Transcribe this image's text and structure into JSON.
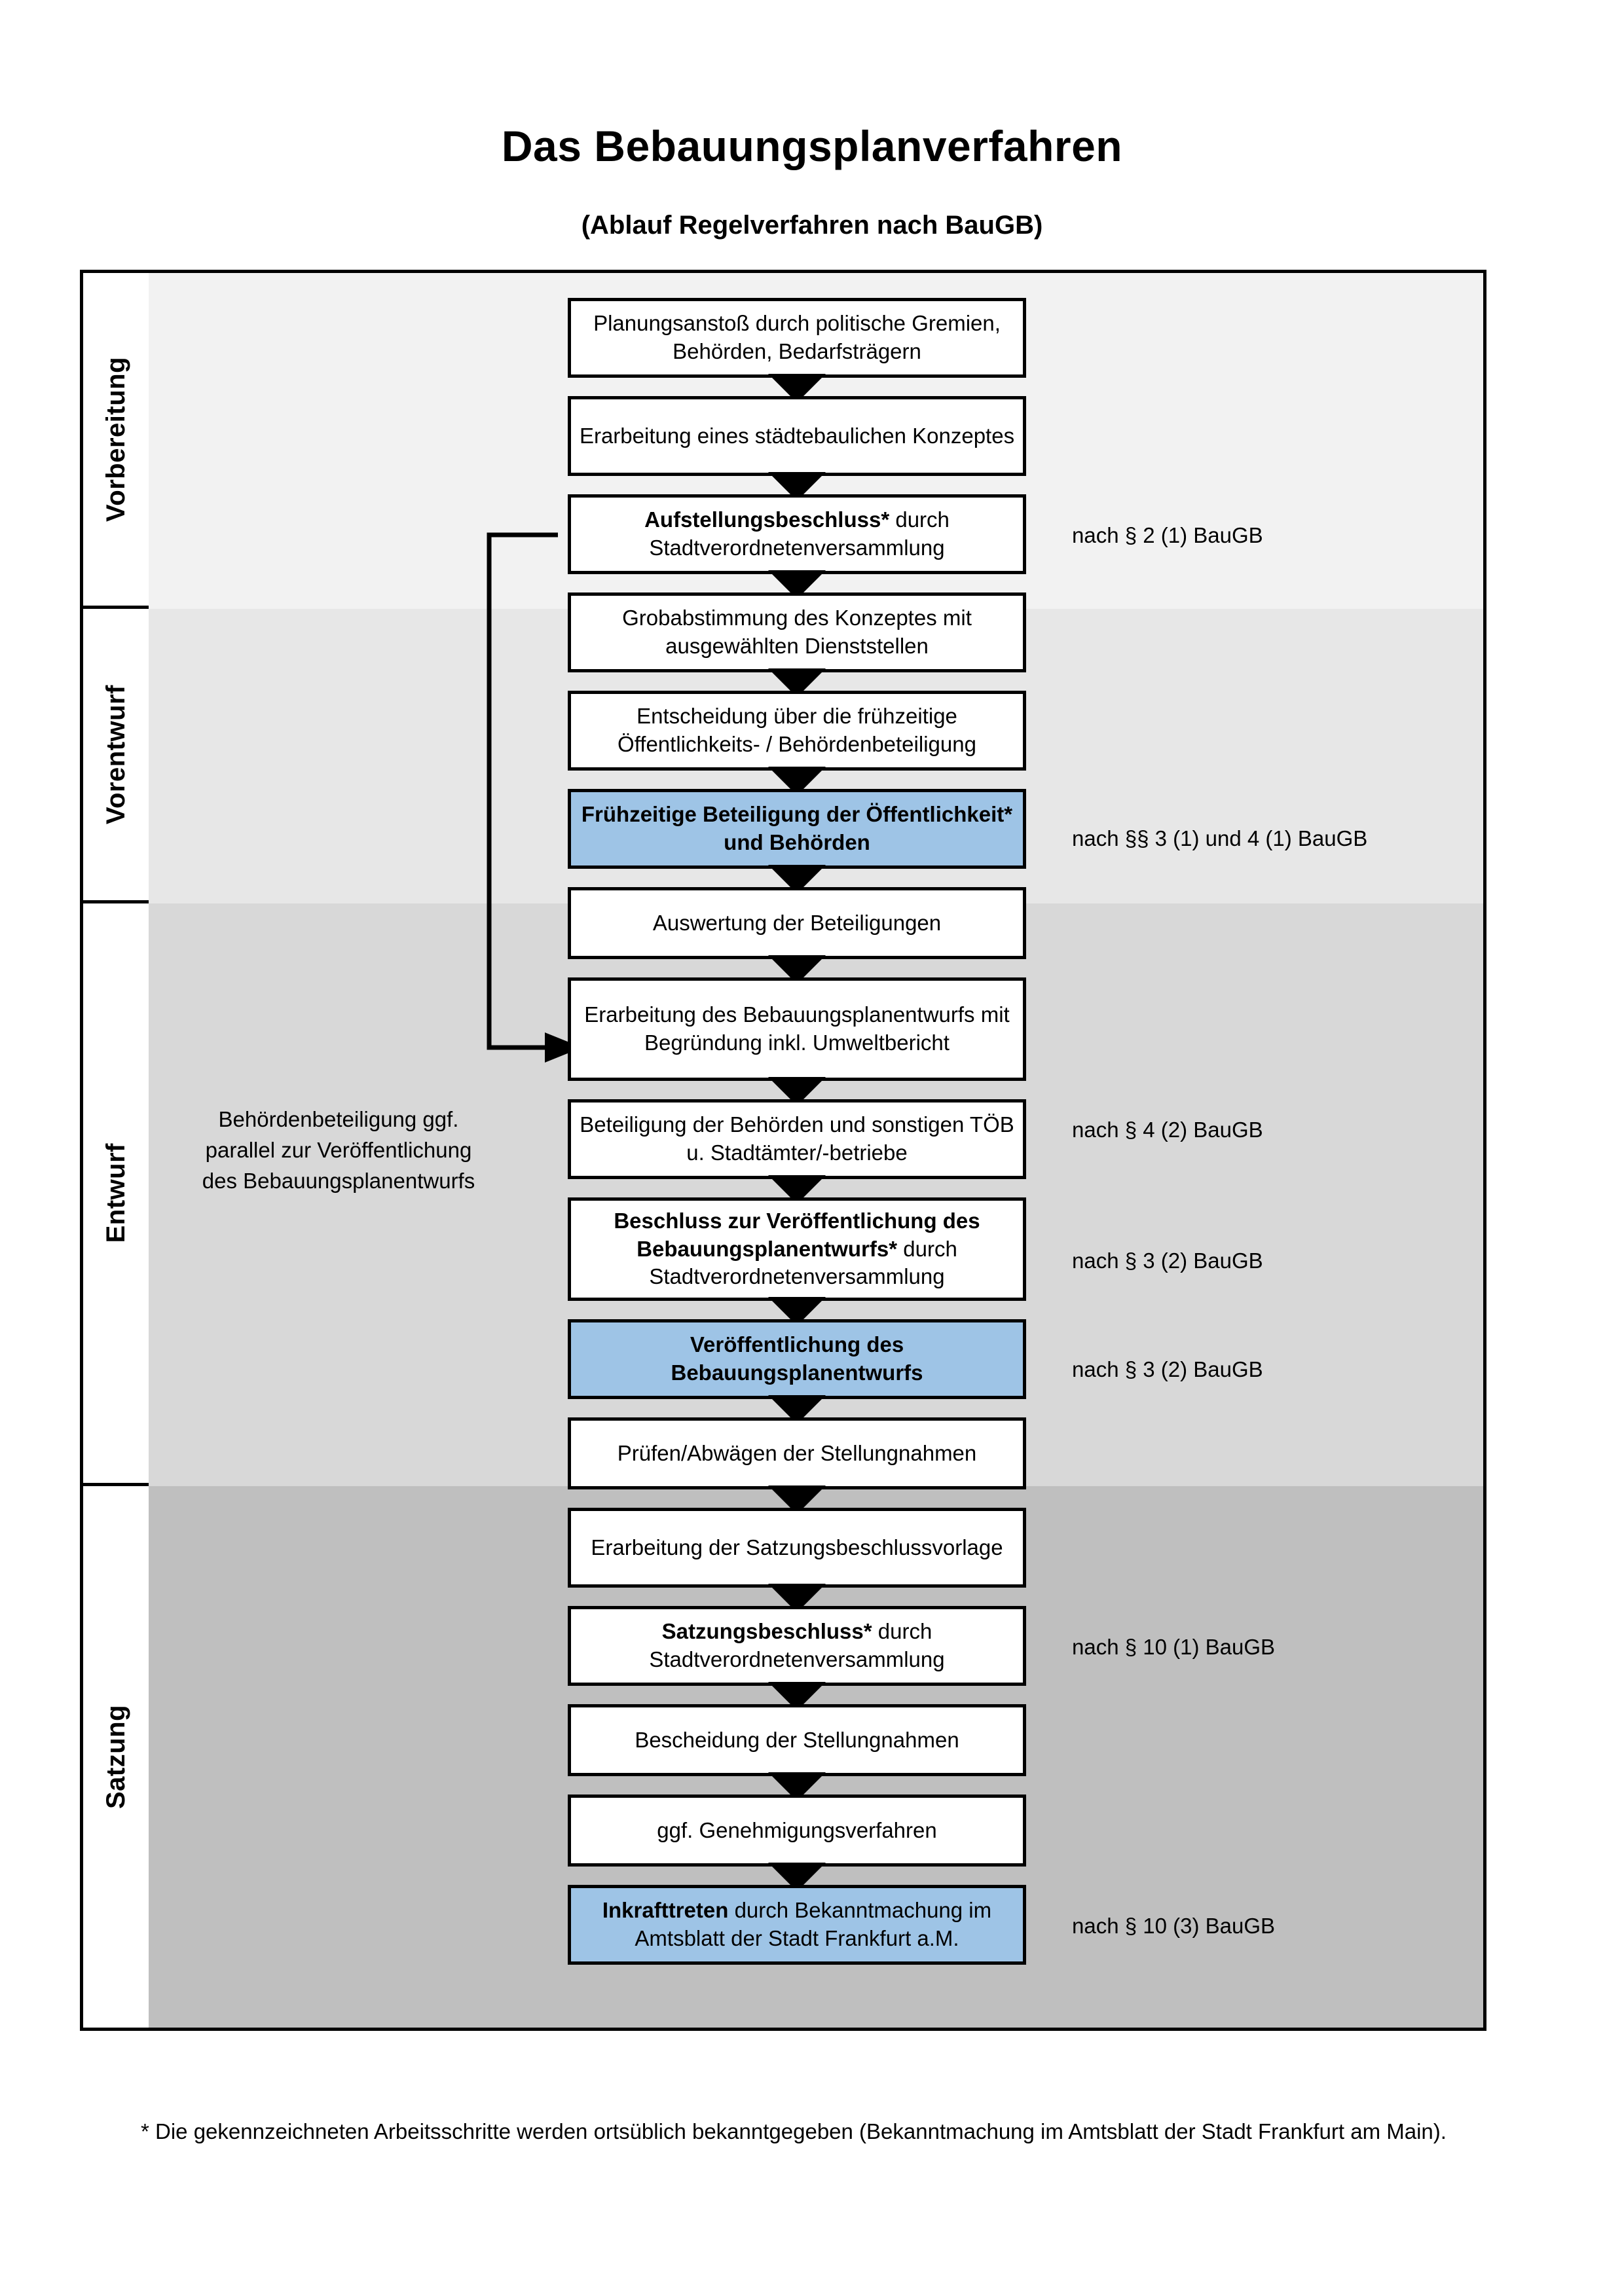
{
  "header": {
    "title": "Das Bebauungsplanverfahren",
    "subtitle": "(Ablauf Regelverfahren nach BauGB)"
  },
  "phases": [
    {
      "label": "Vorbereitung",
      "band_color": "#F2F2F2"
    },
    {
      "label": "Vorentwurf",
      "band_color": "#E7E7E7"
    },
    {
      "label": "Entwurf",
      "band_color": "#D8D8D8"
    },
    {
      "label": "Satzung",
      "band_color": "#BFBFBF"
    }
  ],
  "steps": [
    {
      "id": "planungsanstoss",
      "phase": "Vorbereitung",
      "text": "Planungsanstoß durch politische Gremien, Behörden, Bedarfsträgern",
      "bold_prefix": "",
      "highlight": false
    },
    {
      "id": "konzept",
      "phase": "Vorbereitung",
      "text": "Erarbeitung eines städtebaulichen Konzeptes",
      "bold_prefix": "",
      "highlight": false
    },
    {
      "id": "aufstellungsbeschluss",
      "phase": "Vorbereitung",
      "bold_prefix": "Aufstellungsbeschluss*",
      "text": " durch Stadtverordnetenversammlung",
      "highlight": false
    },
    {
      "id": "grobabstimmung",
      "phase": "Vorentwurf",
      "text": "Grobabstimmung des Konzeptes mit ausgewählten Dienststellen",
      "bold_prefix": "",
      "highlight": false
    },
    {
      "id": "entscheidung",
      "phase": "Vorentwurf",
      "text": "Entscheidung über die frühzeitige Öffentlichkeits- / Behördenbeteiligung",
      "bold_prefix": "",
      "highlight": false
    },
    {
      "id": "fruehzeitige-beteiligung",
      "phase": "Vorentwurf",
      "bold_prefix": "Frühzeitige Beteiligung der Öffentlichkeit* und Behörden",
      "text": "",
      "highlight": true
    },
    {
      "id": "auswertung",
      "phase": "Entwurf",
      "text": "Auswertung der Beteiligungen",
      "bold_prefix": "",
      "highlight": false
    },
    {
      "id": "erarbeitung-entwurf",
      "phase": "Entwurf",
      "text": "Erarbeitung des Bebauungsplanentwurfs mit Begründung inkl. Umweltbericht",
      "bold_prefix": "",
      "highlight": false
    },
    {
      "id": "beteiligung-behoerden",
      "phase": "Entwurf",
      "text": "Beteiligung der Behörden und sonstigen TÖB u. Stadtämter/-betriebe",
      "bold_prefix": "",
      "highlight": false
    },
    {
      "id": "beschluss-veroeffentlichung",
      "phase": "Entwurf",
      "bold_prefix": "Beschluss zur Veröffentlichung des Bebauungsplanentwurfs*",
      "text": " durch Stadtverordnetenversammlung",
      "highlight": false
    },
    {
      "id": "veroeffentlichung",
      "phase": "Entwurf",
      "bold_prefix": "Veröffentlichung des Bebauungsplanentwurfs",
      "text": "",
      "highlight": true
    },
    {
      "id": "pruefen-abwaegen",
      "phase": "Satzung",
      "text": "Prüfen/Abwägen der Stellungnahmen",
      "bold_prefix": "",
      "highlight": false
    },
    {
      "id": "satzungsbeschlussvorlage",
      "phase": "Satzung",
      "text": "Erarbeitung der Satzungsbeschlussvorlage",
      "bold_prefix": "",
      "highlight": false
    },
    {
      "id": "satzungsbeschluss",
      "phase": "Satzung",
      "bold_prefix": "Satzungsbeschluss*",
      "text": " durch Stadtverordnetenversammlung",
      "highlight": false
    },
    {
      "id": "bescheidung",
      "phase": "Satzung",
      "text": "Bescheidung der Stellungnahmen",
      "bold_prefix": "",
      "highlight": false
    },
    {
      "id": "genehmigungsverfahren",
      "phase": "Satzung",
      "text": "ggf. Genehmigungsverfahren",
      "bold_prefix": "",
      "highlight": false
    },
    {
      "id": "inkrafttreten",
      "phase": "Satzung",
      "bold_prefix": "Inkrafttreten",
      "text": " durch Bekanntmachung im Amtsblatt der Stadt Frankfurt a.M.",
      "highlight": true
    }
  ],
  "legal_references": [
    {
      "for": "aufstellungsbeschluss",
      "text": "nach § 2 (1) BauGB"
    },
    {
      "for": "fruehzeitige-beteiligung",
      "text": "nach §§ 3 (1) und 4 (1) BauGB"
    },
    {
      "for": "beteiligung-behoerden",
      "text": "nach § 4 (2) BauGB"
    },
    {
      "for": "beschluss-veroeffentlichung",
      "text": "nach § 3 (2) BauGB"
    },
    {
      "for": "veroeffentlichung",
      "text": "nach § 3 (2) BauGB"
    },
    {
      "for": "satzungsbeschluss",
      "text": "nach § 10 (1) BauGB"
    },
    {
      "for": "inkrafttreten",
      "text": "nach § 10 (3) BauGB"
    }
  ],
  "side_note": {
    "text": "Behördenbeteiligung ggf. parallel zur Veröffentlichung des Bebauungsplanentwurfs"
  },
  "footnote": {
    "text": "* Die gekennzeichneten Arbeitsschritte werden ortsüblich bekanntgegeben (Bekanntmachung im Amtsblatt  der Stadt Frankfurt am Main)."
  },
  "colors": {
    "highlight_fill": "#9EC4E6",
    "box_border": "#000000",
    "arrow": "#000000"
  }
}
